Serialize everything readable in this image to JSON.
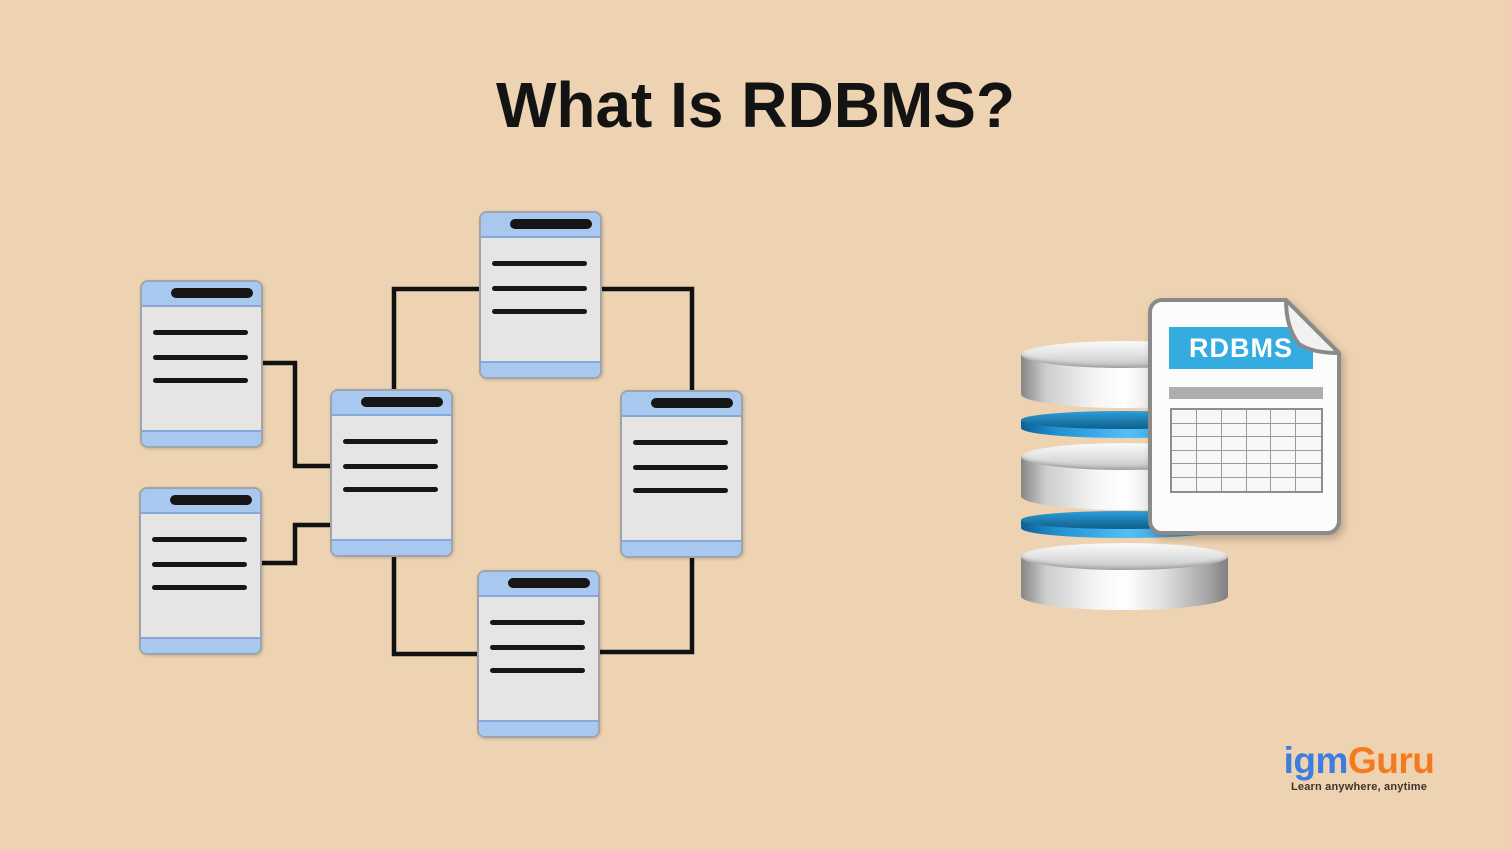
{
  "page": {
    "title": "What Is RDBMS?",
    "background_color": "#eed3b2"
  },
  "er_diagram": {
    "node_count": 6,
    "nodes": [
      {
        "id": "top-left"
      },
      {
        "id": "bottom-left"
      },
      {
        "id": "center"
      },
      {
        "id": "top-center"
      },
      {
        "id": "right"
      },
      {
        "id": "bottom-center"
      }
    ],
    "edges": [
      [
        "top-left",
        "center"
      ],
      [
        "bottom-left",
        "center"
      ],
      [
        "top-center",
        "center"
      ],
      [
        "top-center",
        "right"
      ],
      [
        "center",
        "bottom-center"
      ],
      [
        "right",
        "bottom-center"
      ]
    ],
    "colors": {
      "node_header_blue": "#a9c8f0",
      "node_body_gray": "#e7e5e3",
      "node_ink": "#161616",
      "connector_black": "#111111"
    }
  },
  "database_icon": {
    "document_label": "RDBMS",
    "band_color": "#35acdf",
    "table_grid": {
      "rows": 6,
      "cols": 6
    },
    "disk_colors": {
      "gray": "#d9d9d9",
      "blue": "#2196d8"
    }
  },
  "logo": {
    "text_primary": "igm",
    "text_secondary": "Guru",
    "tagline": "Learn anywhere, anytime",
    "primary_color": "#3d7de0",
    "secondary_color": "#f5791e"
  }
}
